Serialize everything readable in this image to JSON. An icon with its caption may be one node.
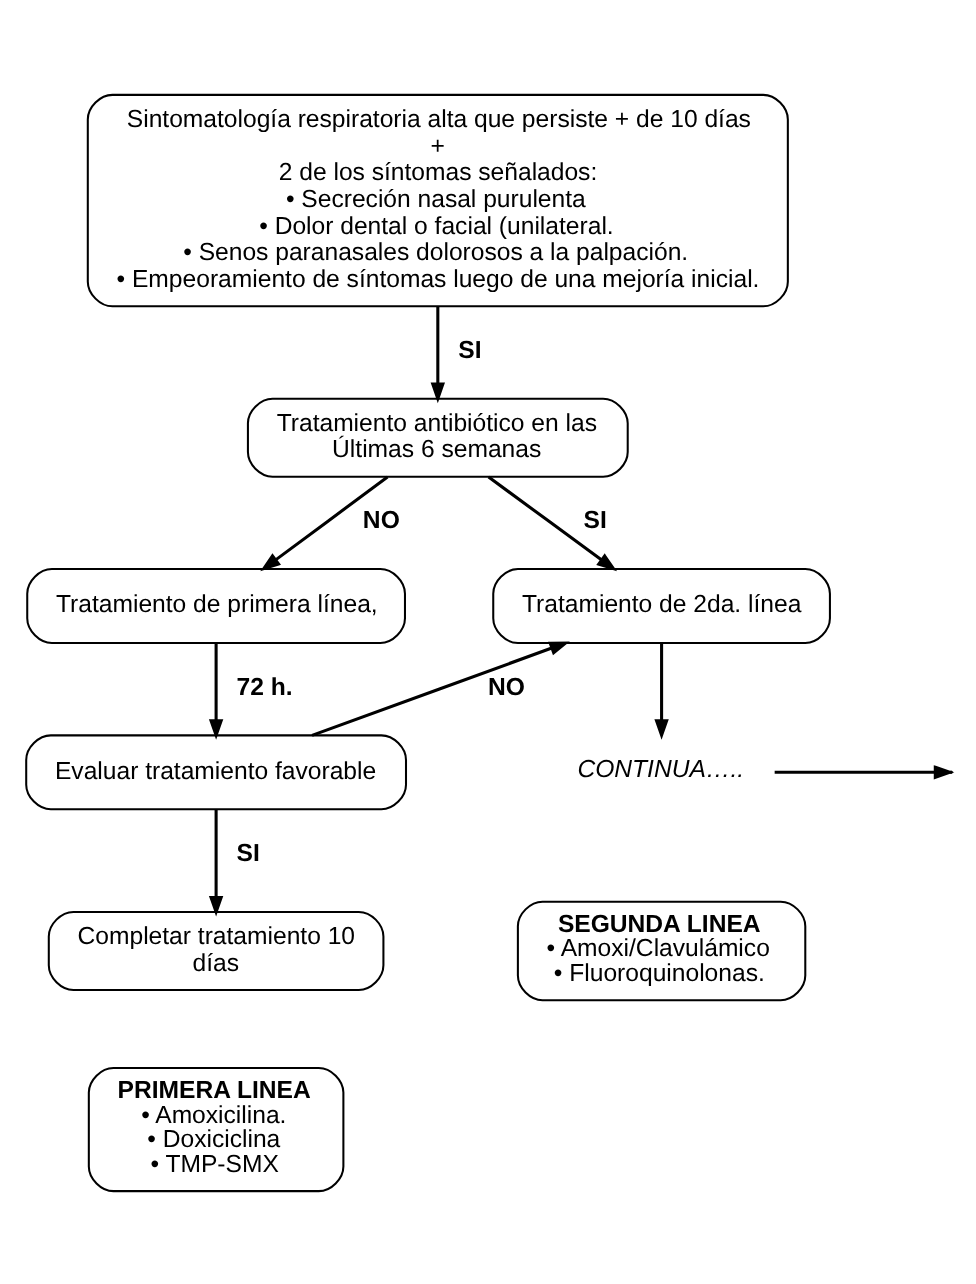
{
  "diagram": {
    "nodes": [
      {
        "text": [
          "Sintomatología respiratoria alta que persiste + de 10 días",
          "+",
          "2 de los síntomas señalados:",
          "• Secreción nasal purulenta",
          "• Dolor dental o facial (unilateral.",
          "• Senos paranasales dolorosos a la palpación.",
          "• Empeoramiento de síntomas luego de una mejoría inicial."
        ]
      },
      {
        "text": [
          "Tratamiento antibiótico en las Últimas 6 semanas"
        ]
      },
      {
        "text": [
          "Tratamiento de primera línea,"
        ]
      },
      {
        "text": [
          "Tratamiento de 2da. línea"
        ]
      },
      {
        "text": [
          "Evaluar tratamiento favorable"
        ]
      },
      {
        "text": [
          "Completar tratamiento 10 días"
        ]
      },
      {
        "text": [
          "CONTINUA….."
        ]
      },
      {
        "text": [
          "PRIMERA LINEA",
          "• Amoxicilina.",
          "• Doxiciclina",
          "• TMP-SMX"
        ]
      },
      {
        "text": [
          "SEGUNDA LINEA",
          "• Amoxi/Clavulámico",
          "• Fluoroquinolonas."
        ]
      }
    ],
    "edges": [
      {
        "from": 0,
        "to": 1,
        "arrow": "to",
        "label": "SI"
      },
      {
        "from": 1,
        "to": 2,
        "arrow": "to",
        "label": "NO"
      },
      {
        "from": 1,
        "to": 3,
        "arrow": "to",
        "label": "SI"
      },
      {
        "from": 2,
        "to": 4,
        "arrow": "to",
        "label": "72 h."
      },
      {
        "from": 4,
        "to": 3,
        "arrow": "to",
        "label": "NO"
      },
      {
        "from": 4,
        "to": 5,
        "arrow": "to",
        "label": "SI"
      },
      {
        "from": 3,
        "to": 6,
        "arrow": "to"
      },
      {
        "from": 6,
        "to": null,
        "arrow": "to"
      }
    ]
  }
}
